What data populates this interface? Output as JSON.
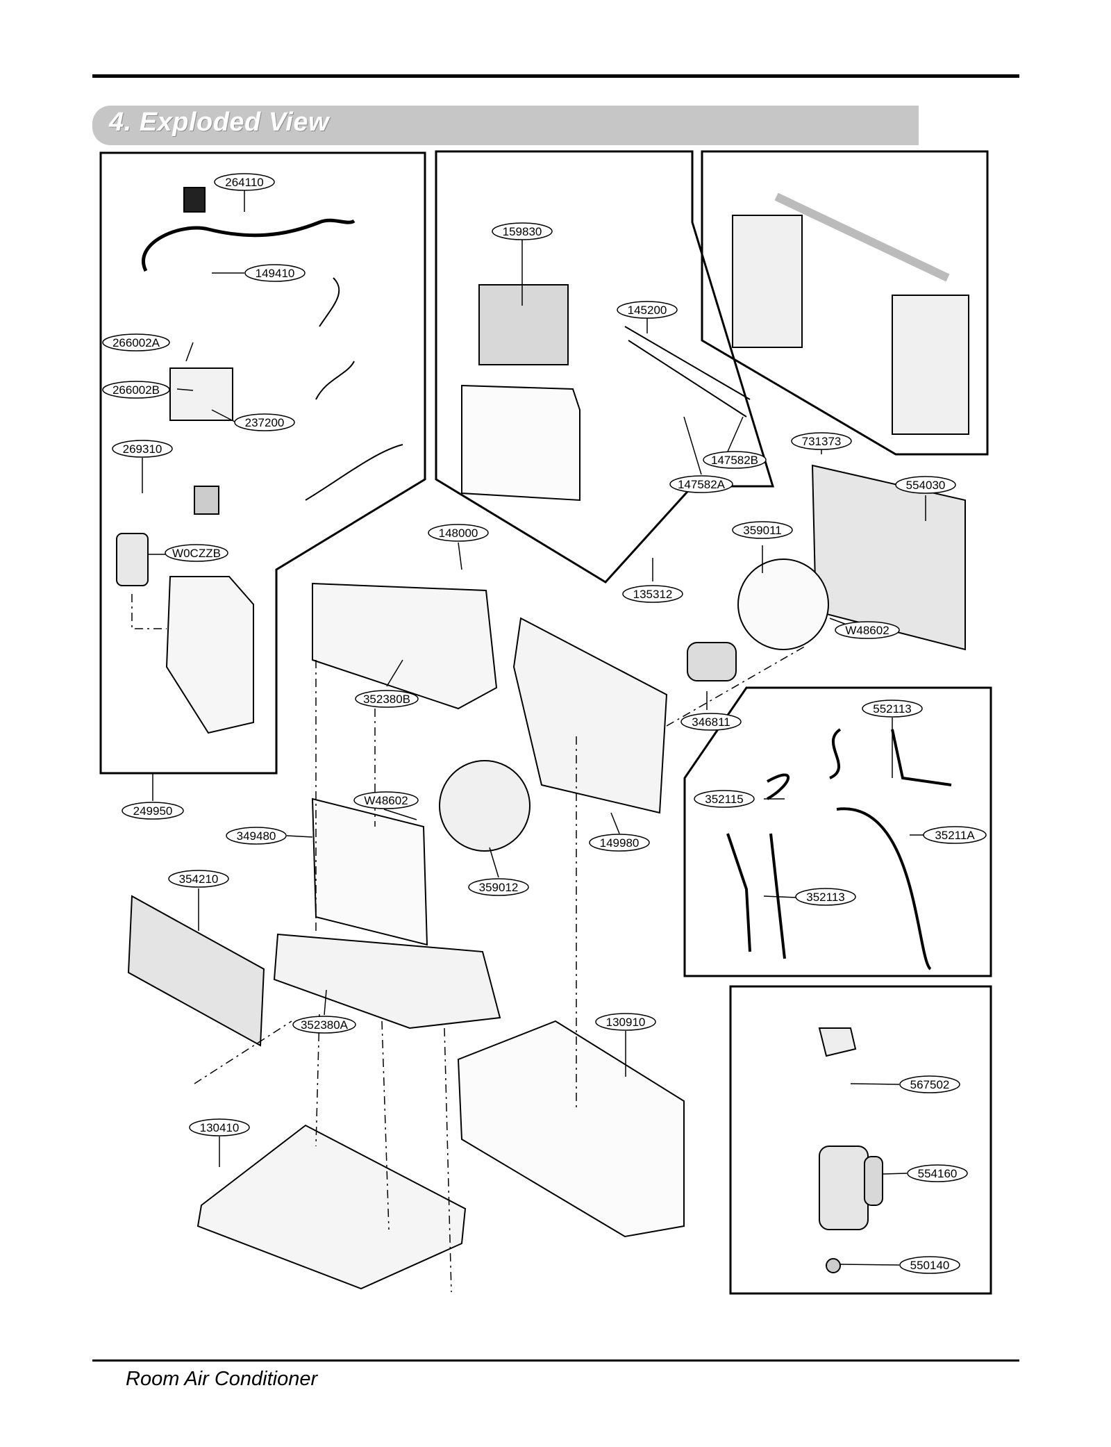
{
  "header": {
    "section_title": "4. Exploded View"
  },
  "footer": {
    "title": "Room Air Conditioner"
  },
  "part_numbers": {
    "p264110": "264110",
    "p149410": "149410",
    "p266002A": "266002A",
    "p266002B": "266002B",
    "p237200": "237200",
    "p269310": "269310",
    "pW0CZZB": "W0CZZB",
    "p249950": "249950",
    "p159830": "159830",
    "p145200": "145200",
    "p147582B": "147582B",
    "p147582A": "147582A",
    "p731373": "731373",
    "p148000": "148000",
    "p135312": "135312",
    "p359011": "359011",
    "p554030": "554030",
    "pW48602_top": "W48602",
    "p346811": "346811",
    "p352380B": "352380B",
    "p552113": "552113",
    "p352115": "352115",
    "p35211A": "35211A",
    "p352113": "352113",
    "pW48602_mid": "W48602",
    "p349480": "349480",
    "p359012": "359012",
    "p149980": "149980",
    "p354210": "354210",
    "p352380A": "352380A",
    "p130910": "130910",
    "p130410": "130410",
    "p567502": "567502",
    "p554160": "554160",
    "p550140": "550140"
  }
}
